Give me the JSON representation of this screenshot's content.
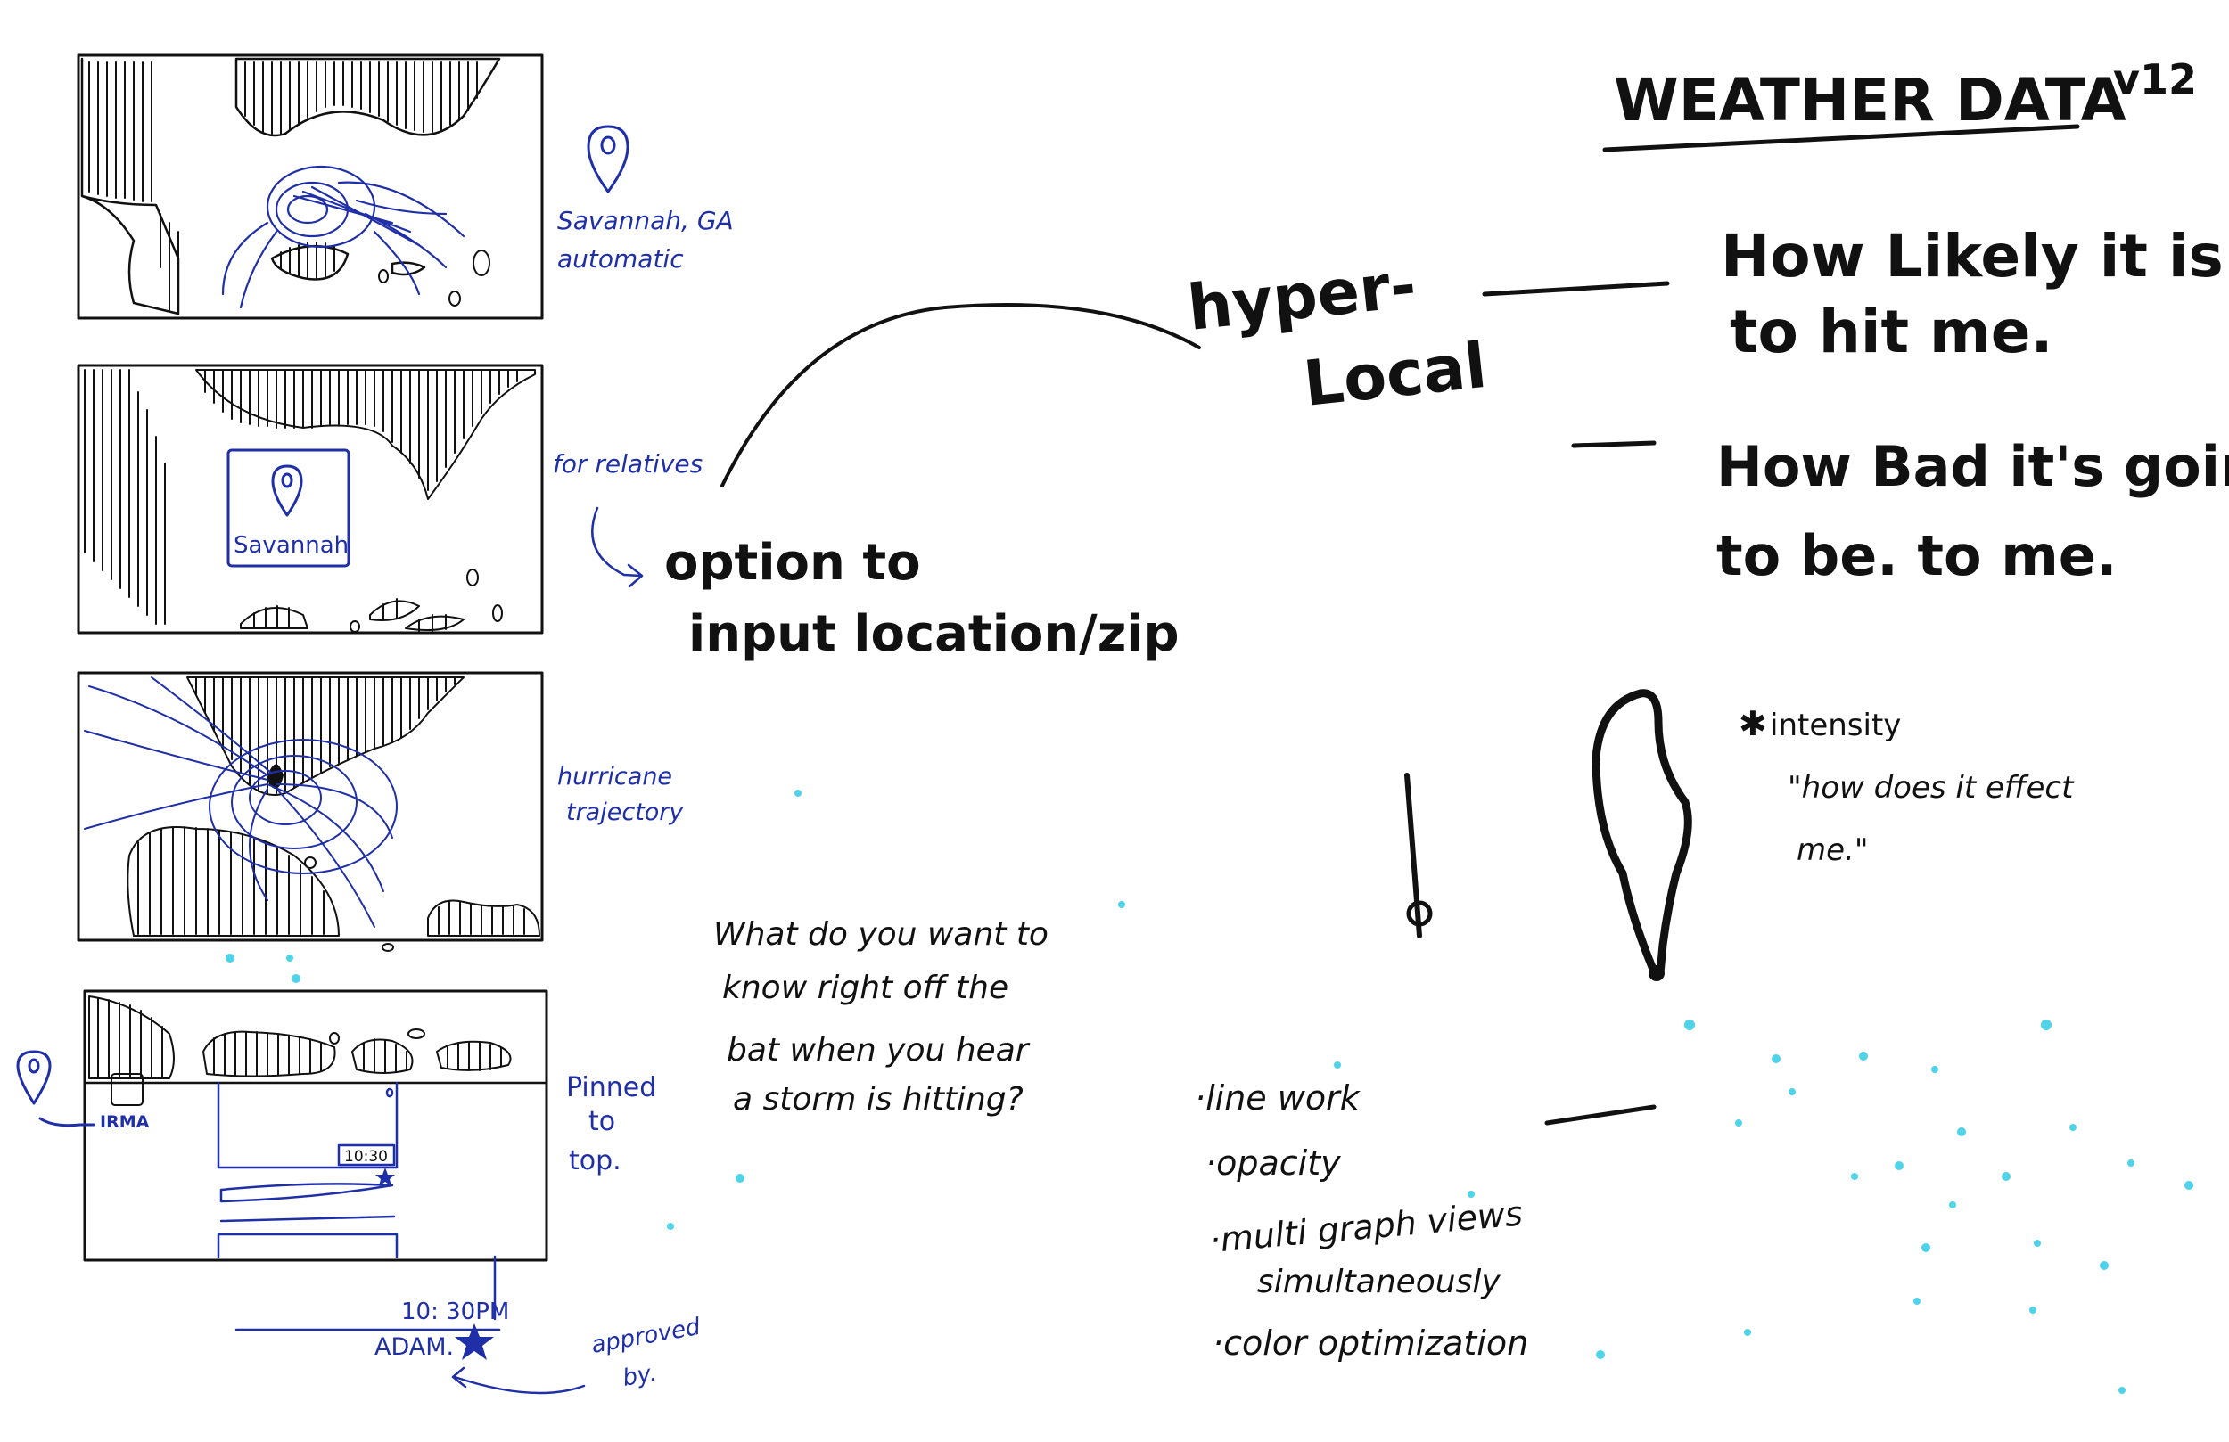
{
  "title": {
    "main": "WEATHER DATA",
    "version": "v12"
  },
  "panel_notes": {
    "panel1_line1": "Savannah, GA",
    "panel1_line2": "automatic",
    "panel2_note": "for relatives",
    "panel2_pin_label": "Savannah",
    "panel3_line1": "hurricane",
    "panel3_line2": "trajectory",
    "panel4_line1": "Pinned",
    "panel4_line2": "to",
    "panel4_line3": "top.",
    "panel4_marker_label": "IRMA",
    "panel4_time_small": "10:30",
    "panel4_time": "10: 30PM",
    "panel4_approver": "ADAM.",
    "approved_line1": "approved",
    "approved_line2": "by."
  },
  "center_notes": {
    "option_line1": "option to",
    "option_line2": "input location/zip",
    "question_line1": "What do you want to",
    "question_line2": "know right off the",
    "question_line3": "bat when you hear",
    "question_line4": "a storm is hitting?"
  },
  "hyper_local": {
    "line1": "hyper-",
    "line2": "Local",
    "item1_line1": "How Likely it is",
    "item1_line2": "to hit me.",
    "item2_line1": "How Bad it's going",
    "item2_line2": "to be. to me."
  },
  "intensity": {
    "label": "intensity",
    "quote_line1": "\"how does it effect",
    "quote_line2": "me.\""
  },
  "list": {
    "items": [
      "line work",
      "opacity",
      "multi graph views",
      "simultaneously",
      "color optimization"
    ]
  },
  "colors": {
    "ink": "#111111",
    "blue_ink": "#1f2fa8",
    "speckle": "#4fd3e8"
  }
}
